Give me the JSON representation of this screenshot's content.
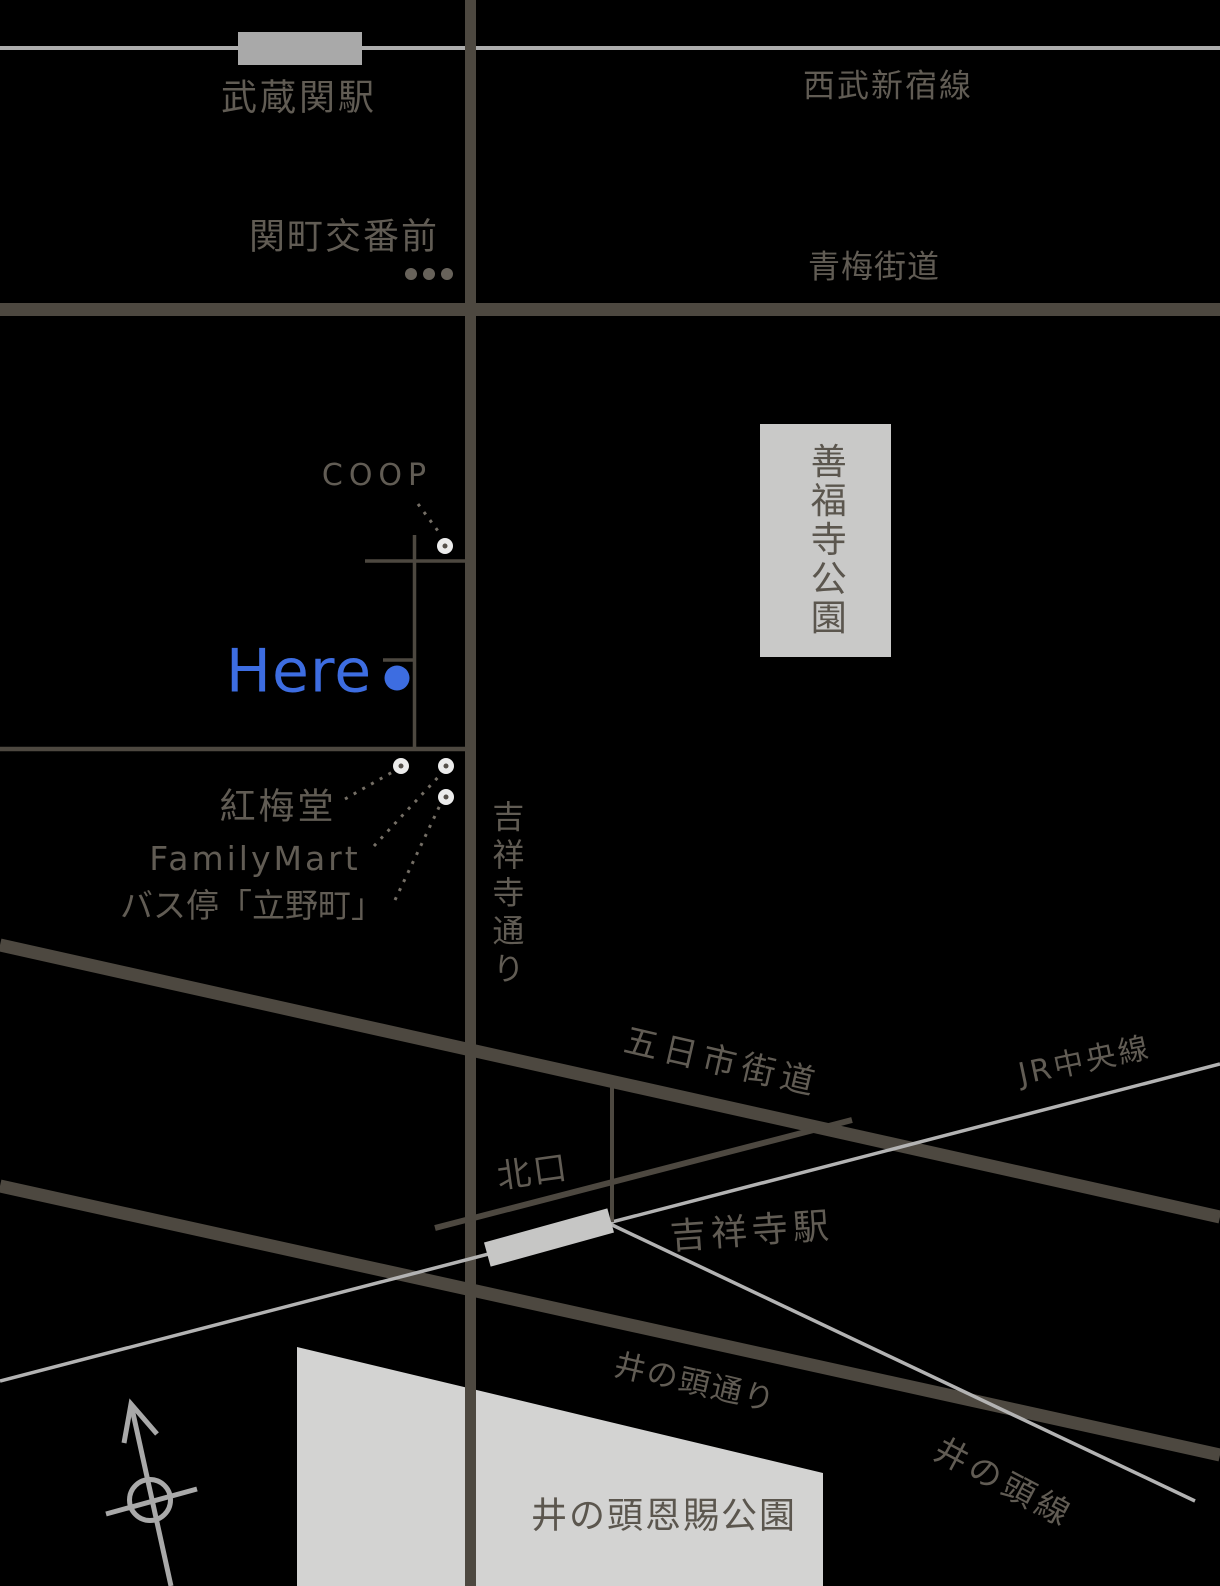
{
  "map": {
    "labels": {
      "musashiseki_station": "武蔵関駅",
      "seibu_shinjuku_line": "西武新宿線",
      "sekimachi_koban_mae": "関町交番前",
      "ome_kaido": "青梅街道",
      "zenpukuji_park": "善福寺公園",
      "coop": "COOP",
      "here": "Here",
      "koubaido": "紅梅堂",
      "familymart": "FamilyMart",
      "bus_stop_tatenomachi": "バス停「立野町」",
      "kichijoji_dori": "吉祥寺通り",
      "itsukaichi_kaido": "五日市街道",
      "jr_chuo_line": "JR中央線",
      "kitaguchi": "北口",
      "kichijoji_station": "吉祥寺駅",
      "inokashira_dori": "井の頭通り",
      "inokashira_line": "井の頭線",
      "inokashira_onshi_park": "井の頭恩賜公園"
    },
    "icons": {
      "compass": "north-compass-arrow-icon",
      "poi_marker": "poi-marker-dot-icon",
      "here_dot": "here-location-dot",
      "police_dots": "police-box-dots-icon"
    },
    "colors": {
      "background": "#000000",
      "road_dark": "#4d4840",
      "rail_light": "#b3b3b3",
      "park_fill": "#d3d3d2",
      "zenpukuji_fill": "#c9c9c8",
      "seibu_station_fill": "#a9a9a9",
      "kichijoji_station_fill": "#c6c6c5",
      "text_gray": "#615c54",
      "here_blue": "#3d6de1",
      "marker_fill": "#ececec",
      "dotted_line": "#756f66",
      "compass_gray": "#a9a9a9"
    }
  }
}
